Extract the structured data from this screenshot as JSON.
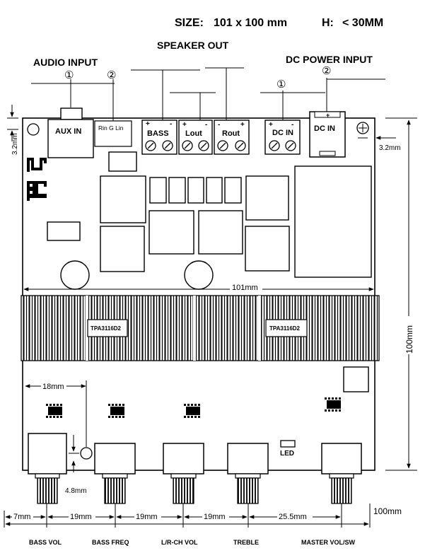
{
  "header": {
    "size_label": "SIZE:",
    "size_value": "101 x 100 mm",
    "height_label": "H:",
    "height_value": "< 30MM"
  },
  "sections": {
    "audio_input": "AUDIO INPUT",
    "speaker_out": "SPEAKER  OUT",
    "dc_power_input": "DC POWER INPUT"
  },
  "callouts": {
    "audio_1": "①",
    "audio_2": "②",
    "dc_1": "①",
    "dc_2": "②"
  },
  "connectors": {
    "aux_in": "AUX IN",
    "rin_g_lin": "Rin G  Lin",
    "bass": "BASS",
    "lout": "Lout",
    "rout": "Rout",
    "dc_in_1": "DC IN",
    "dc_in_2": "DC IN",
    "led": "LED",
    "plus": "+",
    "minus": "-"
  },
  "chips": {
    "tpa_left": "TPA3116D2",
    "tpa_right": "TPA3116D2"
  },
  "dimensions": {
    "mount_offset_left": "3.2mm",
    "mount_offset_right": "3.2mm",
    "board_width": "101mm",
    "board_height": "100mm",
    "bass_knob_offset": "18mm",
    "hole_offset": "4.8mm",
    "span_1": "7mm",
    "span_2": "19mm",
    "span_3": "19mm",
    "span_4": "19mm",
    "span_5": "25.5mm",
    "total_width": "100mm"
  },
  "knobs": {
    "bass_vol": "BASS VOL",
    "bass_freq": "BASS FREQ",
    "lr_vol": "L/R-CH VOL",
    "treble": "TREBLE",
    "master": "MASTER VOL/SW"
  }
}
